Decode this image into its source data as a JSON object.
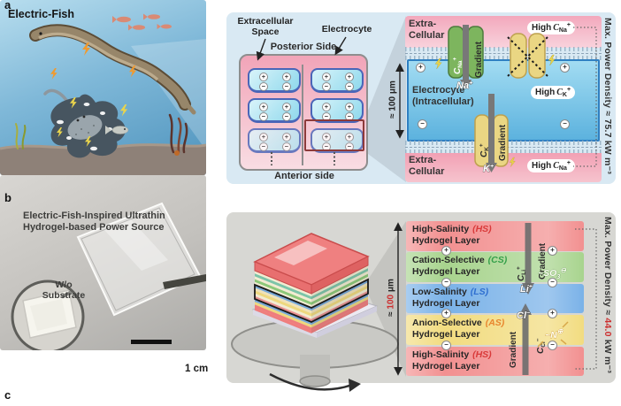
{
  "figure": {
    "label_a": "a",
    "label_b": "b",
    "label_c": "c"
  },
  "colors": {
    "accent_red": "#cc2f2f"
  },
  "panel_a": {
    "scene": {
      "title": "Electric-Fish"
    },
    "diagram": {
      "callout_extracellular_1": "Extracellular",
      "callout_extracellular_2": "Space",
      "callout_electrocyte": "Electrocyte",
      "posterior_label": "Posterior Side",
      "anterior_label": "Anterior side",
      "cells": {
        "rows": 3,
        "cols": 2,
        "top_symbol": "+",
        "bottom_symbol": "−"
      }
    },
    "membrane": {
      "extra_top_1": "Extra-",
      "extra_top_2": "Cellular",
      "intra_1": "Electrocyte",
      "intra_2": "(Intracellular)",
      "extra_bot_1": "Extra-",
      "extra_bot_2": "Cellular",
      "badge_prefix": "High ",
      "c_symbol": "C",
      "na_sub": "Na",
      "k_sub": "K",
      "plus_sup": "+",
      "plus_symbol": "+",
      "minus_symbol": "−",
      "na_ion": "Na",
      "na_ion_sup": "+",
      "k_ion": "K",
      "k_ion_sup": "+",
      "gradient_label": "Gradient",
      "thickness_prefix": "≈ ",
      "thickness_value": "100",
      "thickness_unit": " μm",
      "max_power": "Max. Power Density ≈ 75.7 kW m⁻³"
    }
  },
  "panel_b": {
    "photo": {
      "title_1": "Electric-Fish-Inspired Ultrathin",
      "title_2": "Hydrogel-based Power Source",
      "inset_1": "W/o",
      "inset_2": "Substrate",
      "scale_label": "1 cm"
    },
    "spin": {
      "thickness_prefix": "≈ ",
      "thickness_value": "100",
      "thickness_unit": " μm",
      "stack_colors": [
        "#f2ecd2",
        "#7cc4a8",
        "#f2ecd2",
        "#8cc878",
        "#f2ecd2",
        "#78aada",
        "#f0e2b8",
        "#eed87e",
        "#f2ecd2",
        "#e89090",
        "#78aada",
        "#eed87e",
        "#ef7d7d",
        "#ef7d7d"
      ]
    },
    "layers": [
      {
        "name": "High-Salinity ",
        "abbr": "(HS)",
        "line2": "Hydrogel Layer",
        "fill": "#f29090",
        "abbr_color": "#d93a3a"
      },
      {
        "name": "Cation-Selective ",
        "abbr": "(CS)",
        "line2": "Hydrogel Layer",
        "fill": "#a8d48e",
        "abbr_color": "#35a04a"
      },
      {
        "name": "Low-Salinity ",
        "abbr": "(LS)",
        "line2": "Hydrogel Layer",
        "fill": "#7ab2e8",
        "abbr_color": "#2f6fd0"
      },
      {
        "name": "Anion-Selective ",
        "abbr": "(AS)",
        "line2": "Hydrogel Layer",
        "fill": "#f2dc80",
        "abbr_color": "#e8862e"
      },
      {
        "name": "High-Salinity ",
        "abbr": "(HS)",
        "line2": "Hydrogel Layer",
        "fill": "#f29090",
        "abbr_color": "#d93a3a"
      }
    ],
    "boundary_charges": [
      "+",
      "−",
      "+",
      "−"
    ],
    "ions": {
      "c_symbol": "C",
      "li_sub": "Li",
      "cl_sub": "Cl",
      "plus_sup": "+",
      "minus_sup": "−",
      "li_ion": "Li",
      "li_ion_sup": "+",
      "cl_ion": "Cl",
      "cl_ion_sup": "−",
      "gradient_label": "Gradient",
      "so3_label": "~SO",
      "so3_sub": "3",
      "so3_sup": "⊖",
      "n_label": "~N",
      "n_sup": "⊕"
    },
    "max_power": {
      "prefix": "Max. Power Density ≈ ",
      "value": "44.0",
      "suffix": " kW m⁻³"
    }
  }
}
